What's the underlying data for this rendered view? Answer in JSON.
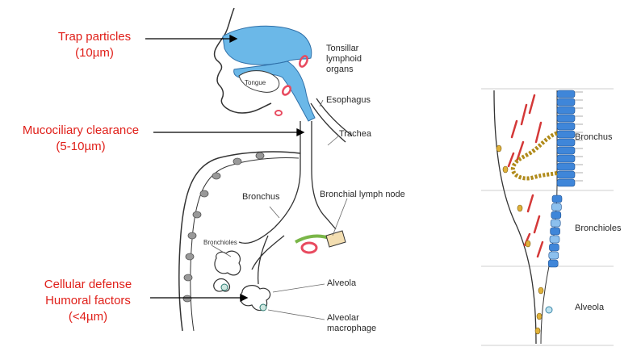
{
  "left_labels": {
    "trap": [
      "Trap particles",
      "(10µm)"
    ],
    "mucociliary": [
      "Mucociliary clearance",
      "(5-10µm)"
    ],
    "cellular": [
      "Cellular defense",
      "Humoral factors",
      "(<4µm)"
    ]
  },
  "anatomy": {
    "tongue": "Tongue",
    "tonsillar": [
      "Tonsillar",
      "lymphoid",
      "organs"
    ],
    "esophagus": "Esophagus",
    "trachea": "Trachea",
    "bronchus": "Bronchus",
    "bronchial_lymph_node": "Bronchial lymph node",
    "bronchioles": "Bronchioles",
    "alveola": "Alveola",
    "alveolar_macrophage": [
      "Alveolar",
      "macrophage"
    ]
  },
  "right_panel": {
    "bronchus": "Bronchus",
    "bronchioles": "Bronchioles",
    "alveola": "Alveola"
  },
  "colors": {
    "red_label": "#e0201a",
    "airway_blue": "#6bb8e8",
    "epithelium_blue": "#3f86d9",
    "lymph_red": "#e84a5f",
    "outline": "#333333"
  }
}
